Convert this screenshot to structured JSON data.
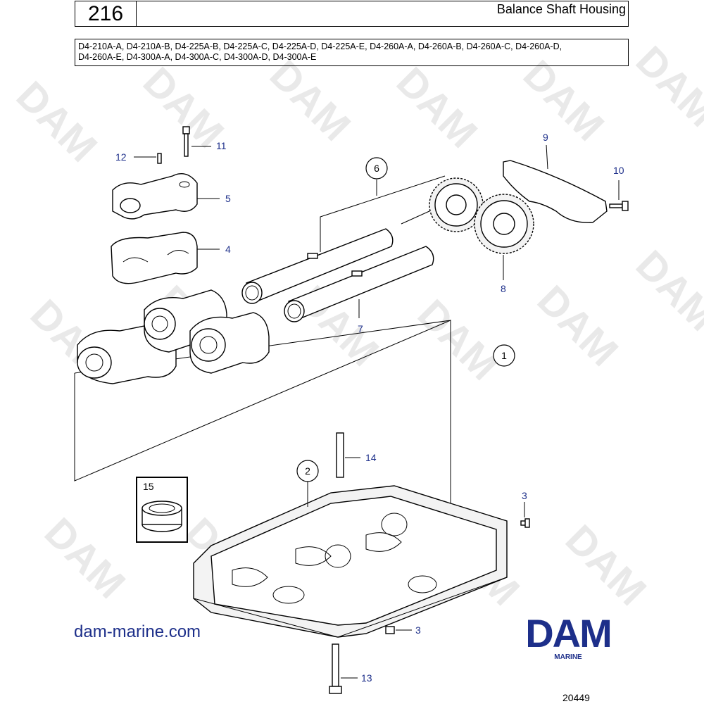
{
  "header": {
    "page_number": "216",
    "title": "Balance Shaft Housing"
  },
  "models": {
    "line1": "D4-210A-A, D4-210A-B, D4-225A-B, D4-225A-C, D4-225A-D, D4-225A-E, D4-260A-A, D4-260A-B, D4-260A-C, D4-260A-D,",
    "line2": "D4-260A-E, D4-300A-A, D4-300A-C, D4-300A-D, D4-300A-E"
  },
  "callouts": {
    "c1": "1",
    "c2": "2",
    "c3a": "3",
    "c3b": "3",
    "c4": "4",
    "c5": "5",
    "c6": "6",
    "c7": "7",
    "c8": "8",
    "c9": "9",
    "c10": "10",
    "c11": "11",
    "c12": "12",
    "c13": "13",
    "c14": "14",
    "c15": "15"
  },
  "watermark": "DAM",
  "footer": {
    "website": "dam-marine.com",
    "brand": "DAM",
    "brand_sub": "MARINE",
    "drawing_number": "20449"
  },
  "colors": {
    "brand_blue": "#1d2f8a",
    "callout_blue": "#1d2f8a",
    "watermark_gray": "#e9e9e9"
  }
}
